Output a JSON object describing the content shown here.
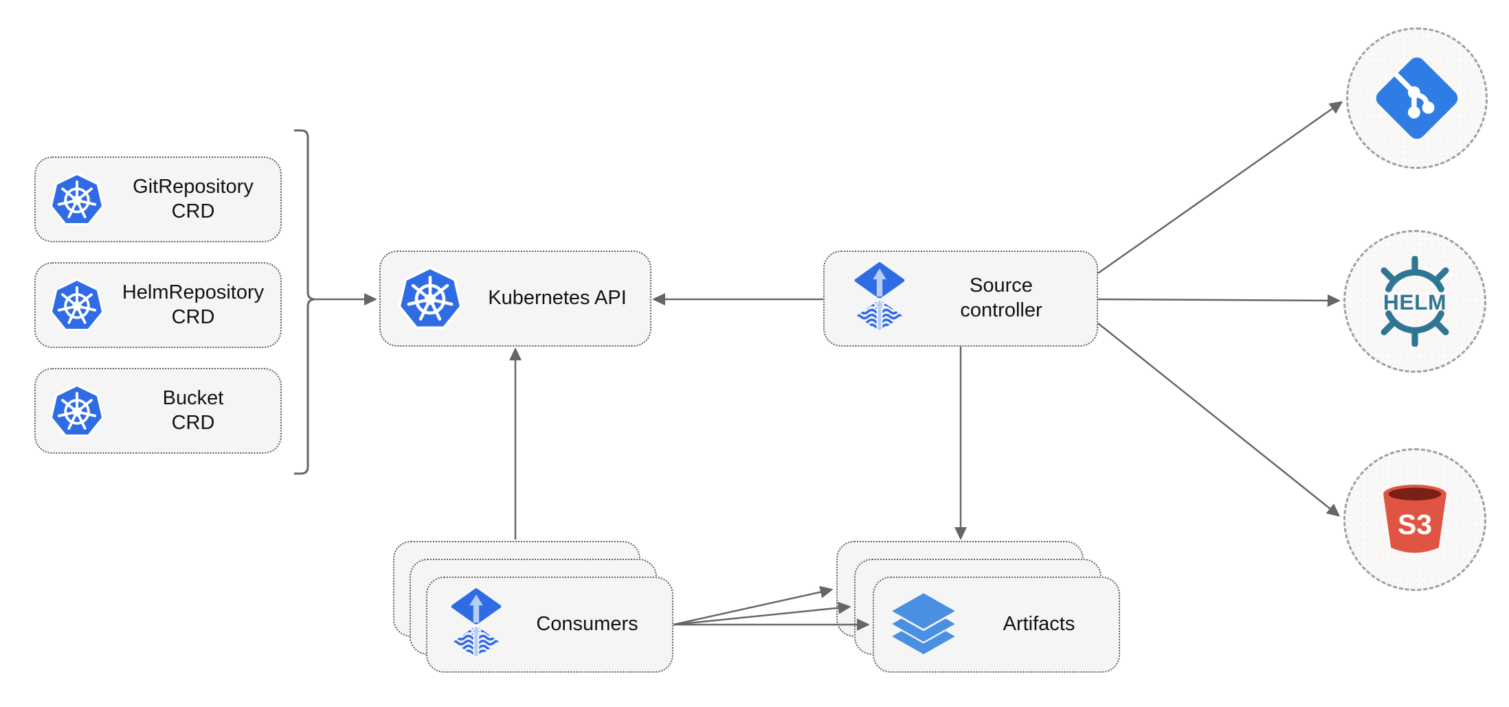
{
  "diagram": {
    "type": "architecture-diagram",
    "nodes": {
      "git_crd": {
        "line1": "GitRepository",
        "line2": "CRD",
        "icon": "kubernetes"
      },
      "helm_crd": {
        "line1": "HelmRepository",
        "line2": "CRD",
        "icon": "kubernetes"
      },
      "bucket_crd": {
        "line1": "Bucket",
        "line2": "CRD",
        "icon": "kubernetes"
      },
      "kubernetes_api": {
        "label": "Kubernetes API",
        "icon": "kubernetes"
      },
      "source_controller": {
        "line1": "Source",
        "line2": "controller",
        "icon": "flux"
      },
      "consumers": {
        "label": "Consumers",
        "icon": "flux",
        "stacked": true
      },
      "artifacts": {
        "label": "Artifacts",
        "icon": "layers",
        "stacked": true
      }
    },
    "endpoints": {
      "git": {
        "icon": "git-logo"
      },
      "helm": {
        "icon": "helm-logo",
        "label": "HELM"
      },
      "s3": {
        "icon": "s3-bucket-logo",
        "label": "S3"
      }
    },
    "edges": [
      {
        "from": "crd-group",
        "to": "kubernetes-api"
      },
      {
        "from": "source-controller",
        "to": "kubernetes-api"
      },
      {
        "from": "consumers",
        "to": "kubernetes-api"
      },
      {
        "from": "source-controller",
        "to": "artifacts"
      },
      {
        "from": "source-controller",
        "to": "git"
      },
      {
        "from": "source-controller",
        "to": "helm"
      },
      {
        "from": "source-controller",
        "to": "s3"
      },
      {
        "from": "consumers",
        "to": "artifacts",
        "count": 3
      }
    ]
  },
  "colors": {
    "kubernetes_blue": "#2f6be4",
    "flux_blue": "#2f6be4",
    "flux_arrow_light": "#b6cdf4",
    "git_blue": "#2e7ce4",
    "helm_teal": "#2e7693",
    "s3_red": "#df5443",
    "s3_dark": "#7a2016",
    "layers_blue": "#4a90e2",
    "arrow_gray": "#666666",
    "node_fill": "#f5f5f6",
    "node_border": "#5e5e5e",
    "circle_fill": "#faf9f7",
    "circle_border": "#9f9f9f",
    "label_color": "#111111"
  }
}
